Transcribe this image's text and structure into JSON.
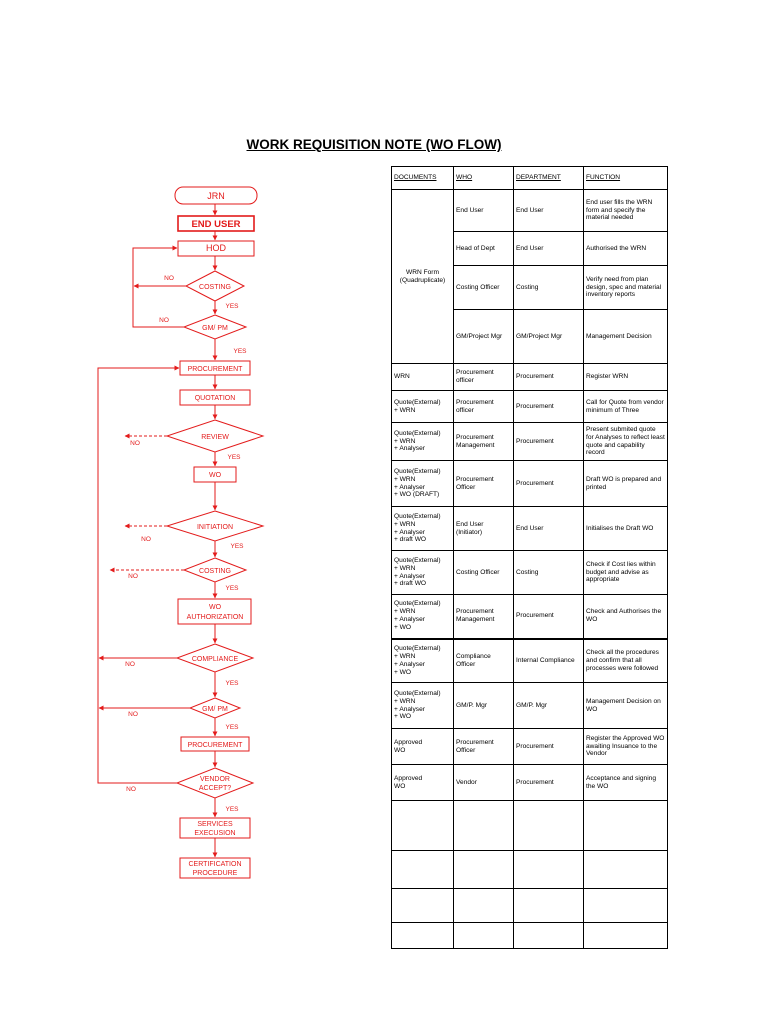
{
  "title": "WORK REQUISITION NOTE (WO FLOW)",
  "colors": {
    "flow": "#e31b1b",
    "text": "#000000"
  },
  "flow": {
    "jrn": "JRN",
    "end_user": "END USER",
    "hod": "HOD",
    "costing1": "COSTING",
    "gmpm1": "GM/ PM",
    "procurement1": "PROCUREMENT",
    "quotation": "QUOTATION",
    "review": "REVIEW",
    "wo": "WO",
    "initiation": "INITIATION",
    "costing2": "COSTING",
    "wo_auth_1": "WO",
    "wo_auth_2": "AUTHORIZATION",
    "compliance": "COMPLIANCE",
    "gmpm2": "GM/ PM",
    "procurement2": "PROCUREMENT",
    "vendor_1": "VENDOR",
    "vendor_2": "ACCEPT?",
    "services_1": "SERVICES",
    "services_2": "EXECUSION",
    "cert_1": "CERTIFICATION",
    "cert_2": "PROCEDURE",
    "yes": "YES",
    "no": "NO"
  },
  "table": {
    "headers": [
      "DOCUMENTS",
      "WHO",
      "DEPARTMENT",
      "FUNCTION"
    ],
    "wrn_doc": "WRN Form\n(Quadruplicate)",
    "wrn_rows": [
      {
        "who": "End User",
        "dept": "End User",
        "func": "End user fills the WRN form and specify the material needed"
      },
      {
        "who": "Head of Dept",
        "dept": "End User",
        "func": "Authorised the WRN"
      },
      {
        "who": "Costing Officer",
        "dept": "Costing",
        "func": "Verify need from plan design, spec and material inventory reports"
      },
      {
        "who": "GM/Project Mgr",
        "dept": "GM/Project Mgr",
        "func": "Management Decision"
      }
    ],
    "rows": [
      {
        "doc": "WRN",
        "who": "Procurement officer",
        "dept": "Procurement",
        "func": "Register WRN"
      },
      {
        "doc": "Quote(External)\n+ WRN",
        "who": "Procurement officer",
        "dept": "Procurement",
        "func": "Call for Quote from vendor minimum of Three"
      },
      {
        "doc": "Quote(External)\n+ WRN\n+ Analyser",
        "who": "Procurement Management",
        "dept": "Procurement",
        "func": "Present submited quote for Analyses to reflect least quote and capability record"
      },
      {
        "doc": "Quote(External)\n+ WRN\n+ Analyser\n+ WO (DRAFT)",
        "who": "Procurement Officer",
        "dept": "Procurement",
        "func": "Draft WO is prepared and printed"
      },
      {
        "doc": "Quote(External)\n+ WRN\n+ Analyser\n+ draft WO",
        "who": "End User (Initiator)",
        "dept": "End User",
        "func": "Initialises the Draft WO"
      },
      {
        "doc": "Quote(External)\n+ WRN\n+ Analyser\n+ draft WO",
        "who": "Costing Officer",
        "dept": "Costing",
        "func": "Check if Cost lies within budget and advise as appropriate"
      },
      {
        "doc": "Quote(External)\n+ WRN\n+ Analyser\n+ WO",
        "who": "Procurement Management",
        "dept": "Procurement",
        "func": "Check and Authorises the WO"
      },
      {
        "doc": "Quote(External)\n+ WRN\n+ Analyser\n+ WO",
        "who": "Compliance Officer",
        "dept": "Internal Compliance",
        "func": "Check all the procedures and confirm that all processes were followed"
      },
      {
        "doc": "Quote(External)\n+ WRN\n+ Analyser\n+ WO",
        "who": "GM/P. Mgr",
        "dept": "GM/P. Mgr",
        "func": "Management Decision on WO"
      },
      {
        "doc": "Approved\nWO",
        "who": "Procurement Officer",
        "dept": "Procurement",
        "func": "Register the Approved WO awaiting Insuance to the Vendor"
      },
      {
        "doc": "Approved\nWO",
        "who": "Vendor",
        "dept": "Procurement",
        "func": "Acceptance and signing the WO"
      },
      {
        "doc": "",
        "who": "",
        "dept": "",
        "func": ""
      },
      {
        "doc": "",
        "who": "",
        "dept": "",
        "func": ""
      },
      {
        "doc": "",
        "who": "",
        "dept": "",
        "func": ""
      },
      {
        "doc": "",
        "who": "",
        "dept": "",
        "func": ""
      }
    ]
  }
}
